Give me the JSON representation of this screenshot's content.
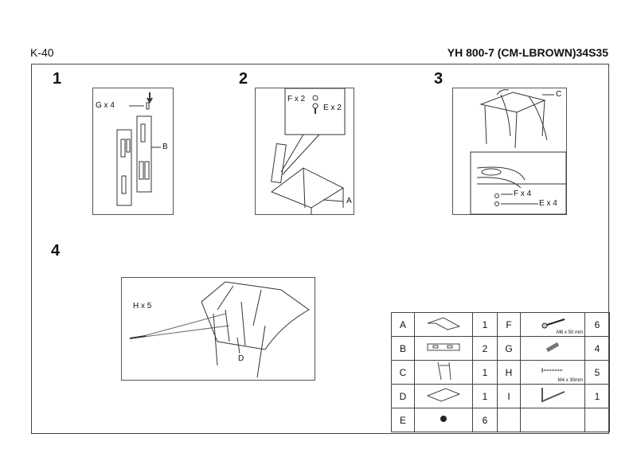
{
  "header": {
    "code": "K-40",
    "title": "YH 800-7 (CM-LBROWN)34S35"
  },
  "steps": [
    {
      "number": "1",
      "labels": [
        "G x 4",
        "B"
      ]
    },
    {
      "number": "2",
      "labels": [
        "F x 2",
        "E x 2",
        "A"
      ]
    },
    {
      "number": "3",
      "labels": [
        "C",
        "F x 4",
        "E x 4"
      ]
    },
    {
      "number": "4",
      "labels": [
        "H x 5",
        "D"
      ]
    }
  ],
  "parts": [
    {
      "left": {
        "letter": "A",
        "icon": "frame-part-icon",
        "qty": "1"
      },
      "right": {
        "letter": "F",
        "icon": "bolt-icon",
        "spec": "M6 x 50 mm",
        "qty": "6"
      }
    },
    {
      "left": {
        "letter": "B",
        "icon": "side-rail-icon",
        "qty": "2"
      },
      "right": {
        "letter": "G",
        "icon": "dowel-icon",
        "qty": "4"
      }
    },
    {
      "left": {
        "letter": "C",
        "icon": "backrest-icon",
        "qty": "1"
      },
      "right": {
        "letter": "H",
        "icon": "screw-icon",
        "spec": "M4 x 30mm",
        "qty": "5"
      }
    },
    {
      "left": {
        "letter": "D",
        "icon": "seat-icon",
        "qty": "1"
      },
      "right": {
        "letter": "I",
        "icon": "allen-key-icon",
        "qty": "1"
      }
    },
    {
      "left": {
        "letter": "E",
        "icon": "washer-icon",
        "qty": "6"
      }
    }
  ]
}
